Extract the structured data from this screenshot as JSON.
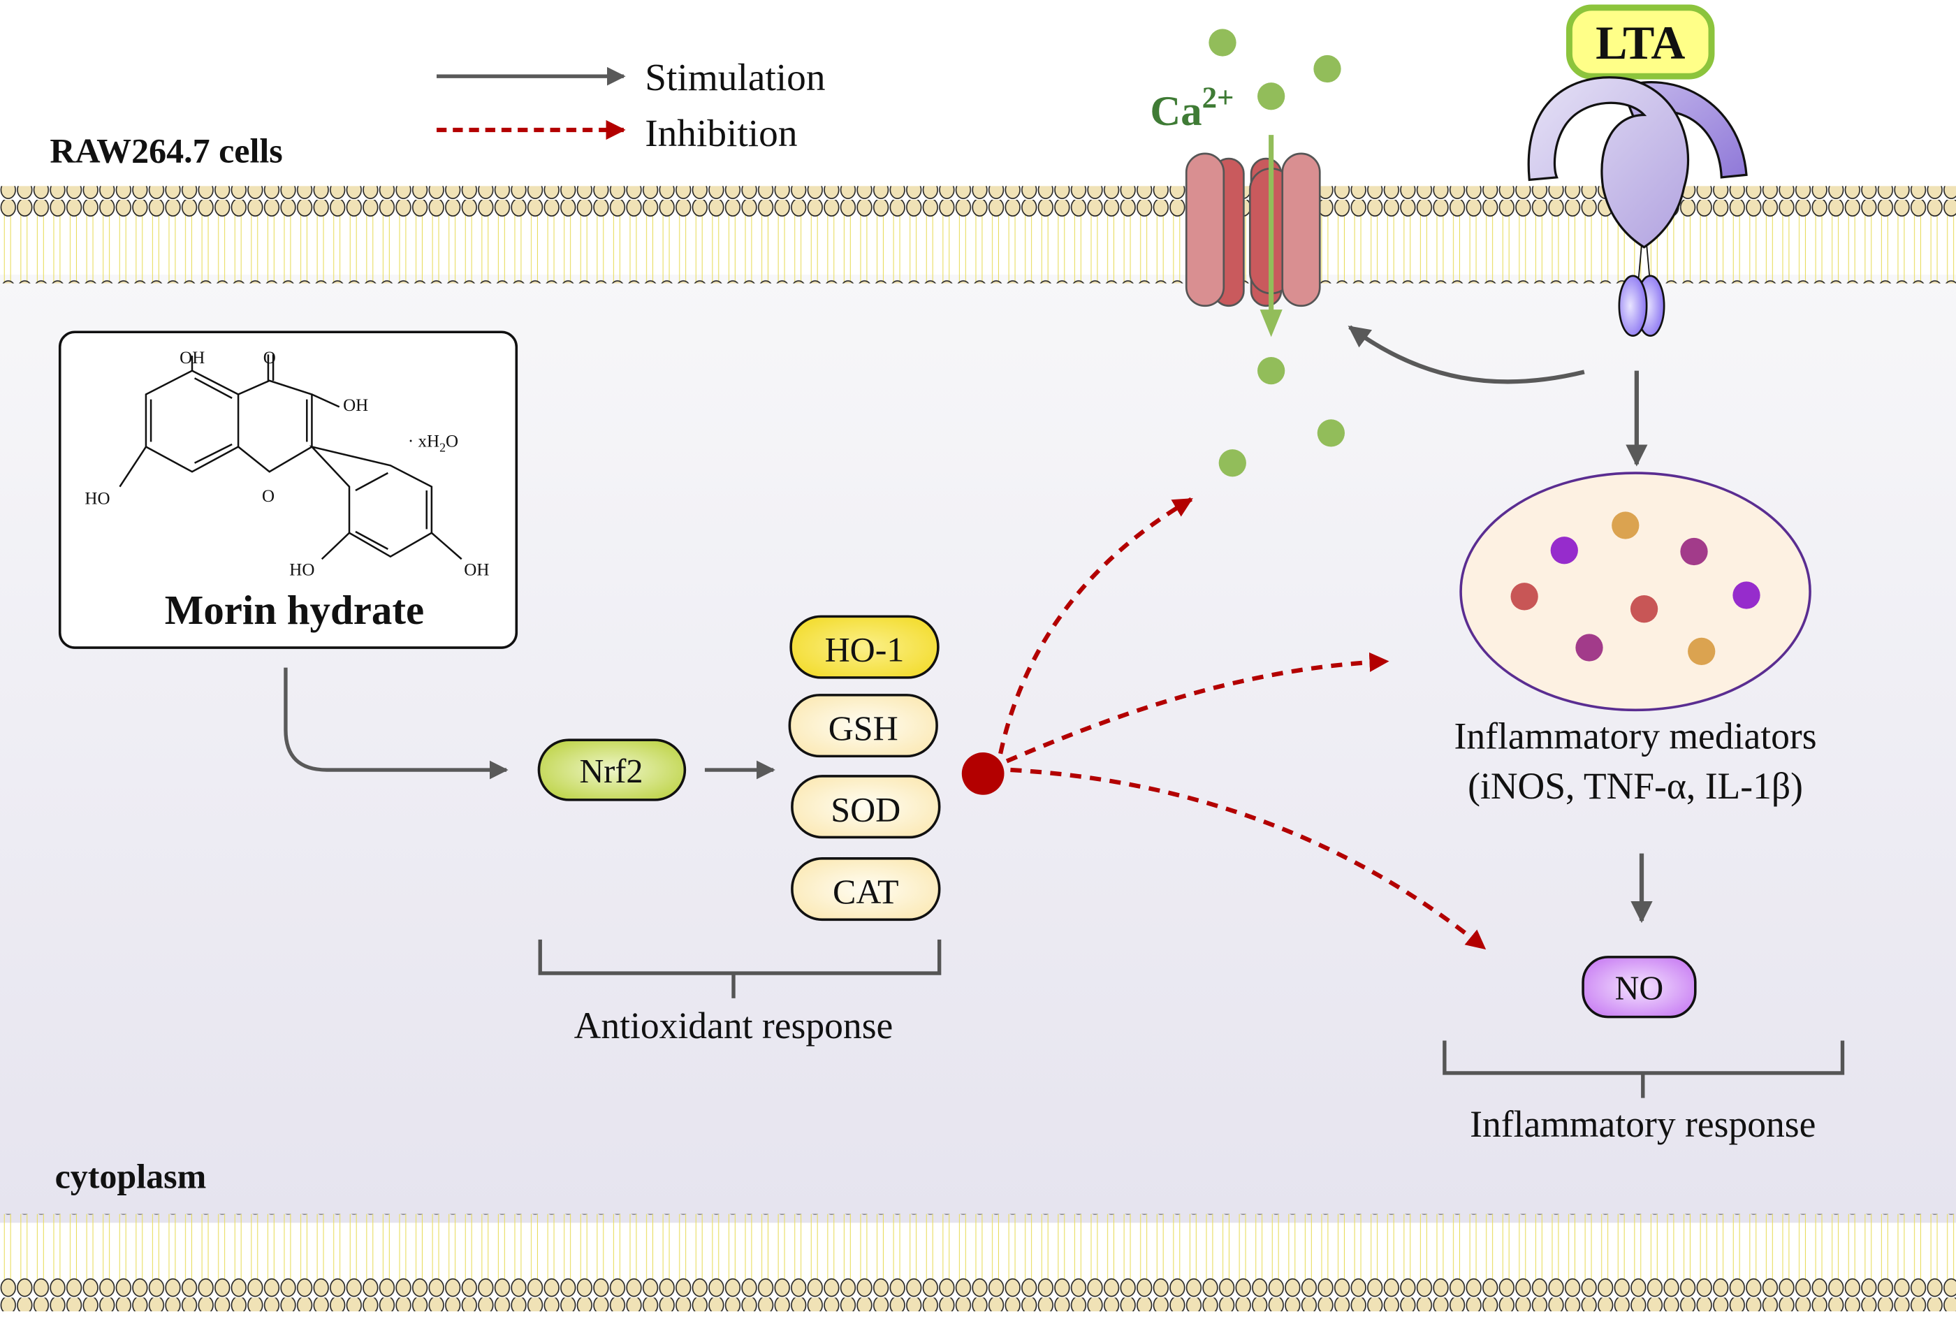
{
  "legend": {
    "stimulation_label": "Stimulation",
    "inhibition_label": "Inhibition"
  },
  "labels": {
    "cell_type": "RAW264.7 cells",
    "cytoplasm": "cytoplasm",
    "calcium": "Ca",
    "calcium_charge": "2+",
    "ligand": "LTA"
  },
  "compound": {
    "name": "Morin hydrate",
    "hydrate_suffix": "· xH",
    "hydrate_sub": "2",
    "hydrate_end": "O",
    "groups": {
      "oh_top": "OH",
      "o_carbonyl": "O",
      "oh_right": "OH",
      "ho_left": "HO",
      "o_ring": "O",
      "ho_bottom": "HO",
      "oh_bottom_right": "OH"
    }
  },
  "pathway": {
    "transcription_factor": "Nrf2",
    "enzymes": [
      "HO-1",
      "GSH",
      "SOD",
      "CAT"
    ],
    "antioxidant_label": "Antioxidant response",
    "mediators_label_line1": "Inflammatory mediators",
    "mediators_label_line2": "(iNOS, TNF-α, IL-1β)",
    "no_label": "NO",
    "inflammatory_label": "Inflammatory response"
  },
  "colors": {
    "stimulation": "#595959",
    "inhibition": "#b30000",
    "calcium": "#92bd5a",
    "calcium_text": "#3f7b35",
    "ligand_fill": "#ffff88",
    "ligand_border": "#8cc43c",
    "nrf2": "#bfd44a",
    "ho1": "#f5e03a",
    "enzyme": "#fbecba",
    "no": "#cc80f5",
    "vesicle_fill": "#fdf1e2",
    "vesicle_border": "#5a2d91"
  }
}
